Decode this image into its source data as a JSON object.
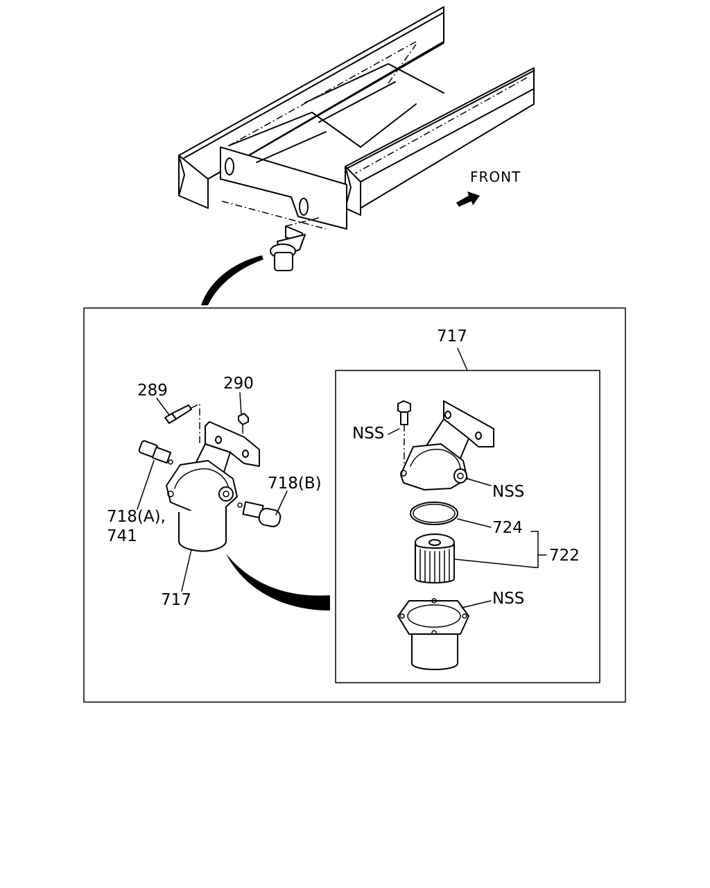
{
  "direction_label": "FRONT",
  "callouts": {
    "bolt": "289",
    "nut": "290",
    "fitting_a": "718(A),",
    "fitting_a_alt": "741",
    "fitting_b": "718(B)",
    "filter_assembly": "717",
    "detail_assembly": "717",
    "detail_bolt": "NSS",
    "detail_head": "NSS",
    "o_ring": "724",
    "element_kit": "722",
    "detail_bowl": "NSS"
  }
}
